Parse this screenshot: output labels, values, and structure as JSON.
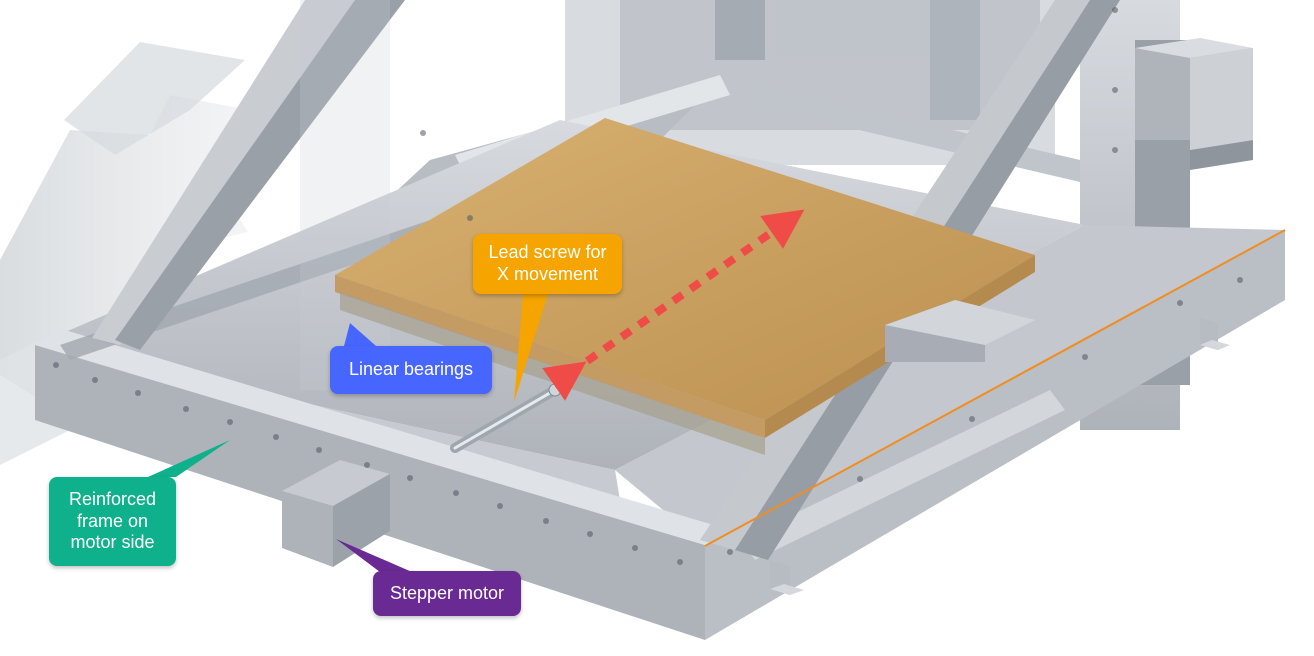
{
  "callouts": {
    "lead_screw": "Lead screw for\nX movement",
    "linear_bearings": "Linear bearings",
    "reinforced_frame": "Reinforced\nframe on\nmotor side",
    "stepper_motor": "Stepper motor"
  },
  "colors": {
    "lead_screw": "#f5a400",
    "linear_bearings": "#4766ff",
    "reinforced_frame": "#0fb08c",
    "stepper_motor": "#6a2a93",
    "travel_arrow": "#ef4c47",
    "frame_outline": "#f08d22",
    "bed": "#c7a064",
    "metal": "#bcc0c6"
  },
  "icons": {
    "lead_screw_pointer": "lead-screw-pointer-icon",
    "linear_bearings_pointer": "linear-bearings-pointer-icon",
    "reinforced_frame_pointer": "reinforced-frame-pointer-icon",
    "stepper_motor_pointer": "stepper-motor-pointer-icon",
    "travel_arrow": "travel-arrow-icon"
  }
}
